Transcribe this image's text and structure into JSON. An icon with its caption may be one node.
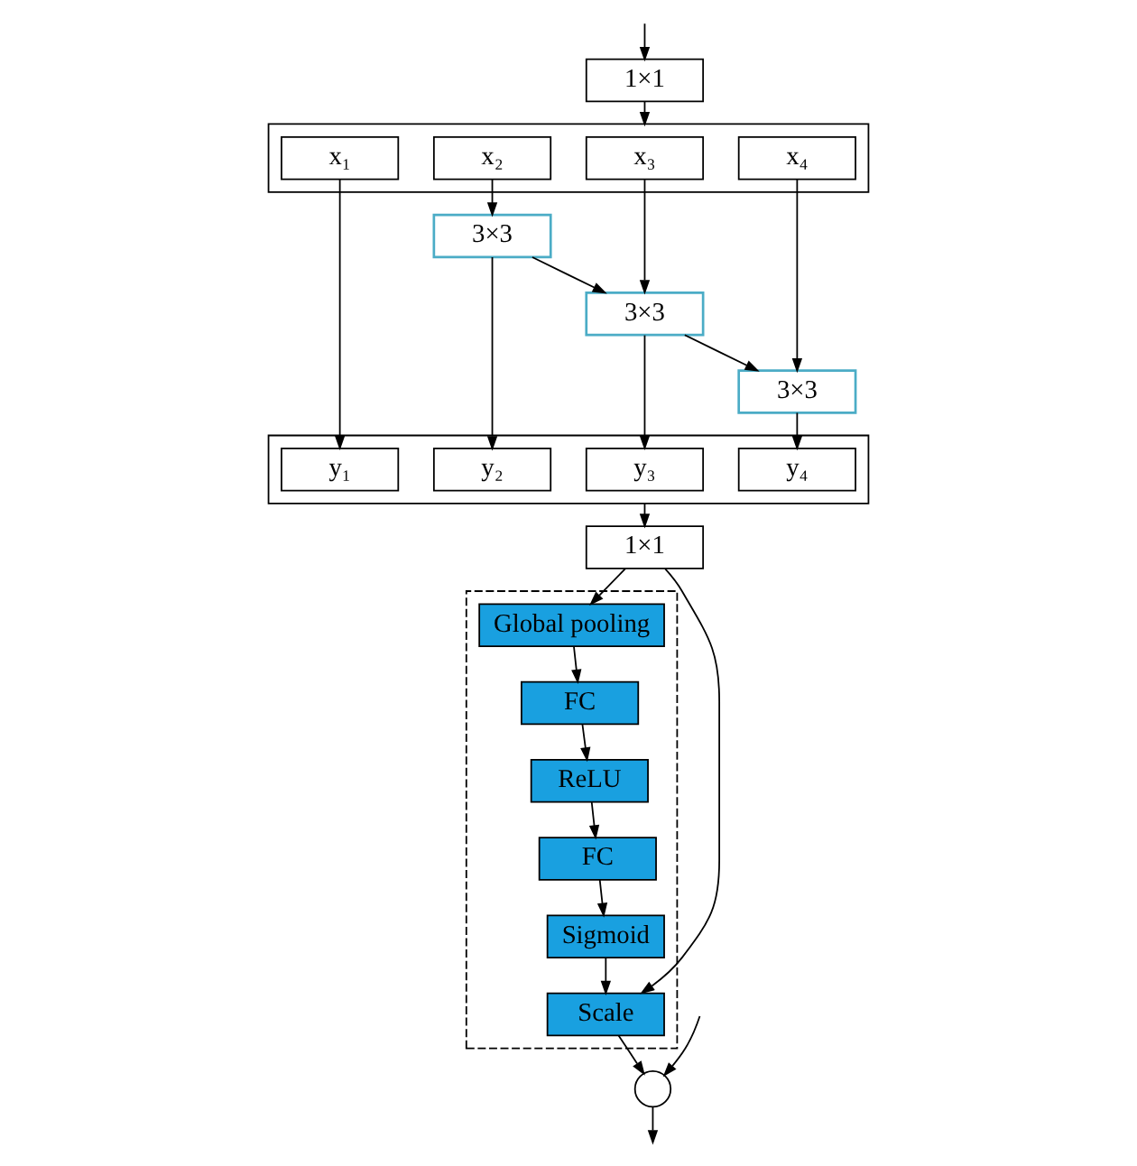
{
  "diagram": {
    "nodes": [
      {
        "text": [
          "1×1"
        ]
      },
      {
        "text": [],
        "shape": "box"
      },
      {
        "text": [
          "x₁"
        ],
        "in": 1
      },
      {
        "text": [
          "x₂"
        ],
        "in": 1
      },
      {
        "text": [
          "x₃"
        ],
        "in": 1
      },
      {
        "text": [
          "x₄"
        ],
        "in": 1
      },
      {
        "text": [
          "3×3"
        ]
      },
      {
        "text": [
          "3×3"
        ]
      },
      {
        "text": [
          "3×3"
        ]
      },
      {
        "text": [],
        "shape": "box"
      },
      {
        "text": [
          "y₁"
        ],
        "in": 9
      },
      {
        "text": [
          "y₂"
        ],
        "in": 9
      },
      {
        "text": [
          "y₃"
        ],
        "in": 9
      },
      {
        "text": [
          "y₄"
        ],
        "in": 9
      },
      {
        "text": [
          "1×1"
        ]
      },
      {
        "text": [],
        "shape": "box"
      },
      {
        "text": [
          "Global pooling"
        ],
        "in": 15
      },
      {
        "text": [
          "FC"
        ],
        "in": 15
      },
      {
        "text": [
          "ReLU"
        ],
        "in": 15
      },
      {
        "text": [
          "FC"
        ],
        "in": 15
      },
      {
        "text": [
          "Sigmoid"
        ],
        "in": 15
      },
      {
        "text": [
          "Scale"
        ],
        "in": 15
      },
      {
        "text": [],
        "shape": "circle"
      }
    ],
    "edges": [
      {
        "from": null,
        "to": 0,
        "arrow": "to"
      },
      {
        "from": 0,
        "to": 1,
        "arrow": "to"
      },
      {
        "from": 2,
        "to": 10,
        "arrow": "to"
      },
      {
        "from": 3,
        "to": 6,
        "arrow": "to"
      },
      {
        "from": 6,
        "to": 11,
        "arrow": "to"
      },
      {
        "from": 6,
        "to": 7,
        "arrow": "to"
      },
      {
        "from": 4,
        "to": 7,
        "arrow": "to"
      },
      {
        "from": 7,
        "to": 12,
        "arrow": "to"
      },
      {
        "from": 7,
        "to": 8,
        "arrow": "to"
      },
      {
        "from": 5,
        "to": 8,
        "arrow": "to"
      },
      {
        "from": 8,
        "to": 13,
        "arrow": "to"
      },
      {
        "from": 9,
        "to": 14,
        "arrow": "to"
      },
      {
        "from": 14,
        "to": 16,
        "arrow": "to"
      },
      {
        "from": 14,
        "to": 21,
        "arrow": "to"
      },
      {
        "from": 16,
        "to": 17,
        "arrow": "to"
      },
      {
        "from": 17,
        "to": 18,
        "arrow": "to"
      },
      {
        "from": 18,
        "to": 19,
        "arrow": "to"
      },
      {
        "from": 19,
        "to": 20,
        "arrow": "to"
      },
      {
        "from": 20,
        "to": 21,
        "arrow": "to"
      },
      {
        "from": 21,
        "to": 22,
        "arrow": "to"
      },
      {
        "from": null,
        "to": 22,
        "arrow": "to"
      },
      {
        "from": 22,
        "to": null,
        "arrow": "to"
      }
    ]
  }
}
